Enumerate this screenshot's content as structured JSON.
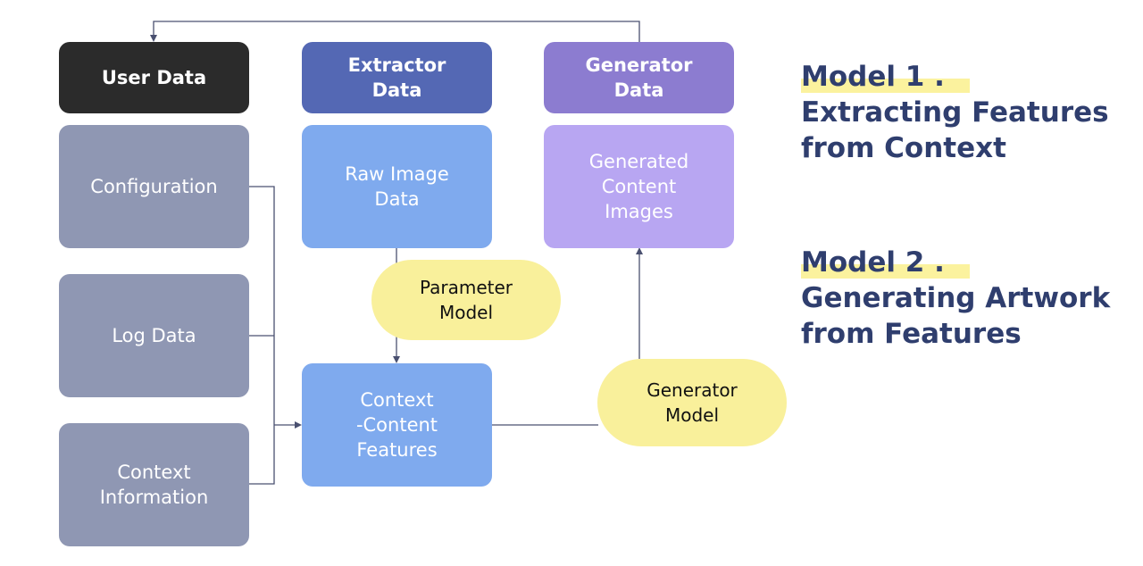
{
  "columns": {
    "user": {
      "header": "User Data",
      "items": [
        "Configuration",
        "Log Data",
        "Context\nInformation"
      ]
    },
    "extractor": {
      "header": "Extractor\nData",
      "raw": "Raw Image\nData",
      "features": "Context\n-Content\nFeatures"
    },
    "generator": {
      "header": "Generator\nData",
      "generated": "Generated\nContent\nImages"
    }
  },
  "models": {
    "parameter": "Parameter\nModel",
    "generator": "Generator\nModel"
  },
  "side_notes": [
    {
      "title": "Model 1 .",
      "subtitle": "Extracting Features\nfrom Context"
    },
    {
      "title": "Model 2 .",
      "subtitle": "Generating Artwork\nfrom Features"
    }
  ],
  "colors": {
    "user_header": "#2b2b2b",
    "user_item": "#8f97b3",
    "extractor_header": "#5468b4",
    "extractor_item": "#7faaee",
    "generator_header": "#8c7cd0",
    "generator_item": "#b8a6f2",
    "model_pill": "#f9f09b",
    "note_text": "#2f3e6e",
    "note_highlight": "#fbf29e"
  }
}
